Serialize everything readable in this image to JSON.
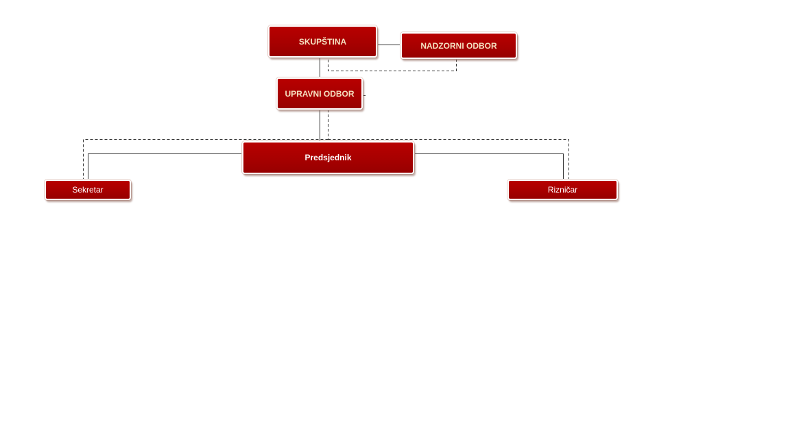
{
  "diagram": {
    "nodes": {
      "skupstina": "SKUPŠTINA",
      "nadzorni_odbor": "NADZORNI ODBOR",
      "upravni_odbor": "UPRAVNI ODBOR",
      "predsjednik": "Predsjednik",
      "sekretar": "Sekretar",
      "riznicar": "Rizničar"
    },
    "edges": [
      {
        "from": "SKUPŠTINA",
        "to": "NADZORNI ODBOR",
        "style": "solid"
      },
      {
        "from": "SKUPŠTINA",
        "to": "UPRAVNI ODBOR",
        "style": "solid"
      },
      {
        "from": "UPRAVNI ODBOR",
        "to": "Predsjednik",
        "style": "solid"
      },
      {
        "from": "Predsjednik",
        "to": "Sekretar",
        "style": "solid"
      },
      {
        "from": "Predsjednik",
        "to": "Rizničar",
        "style": "solid"
      },
      {
        "from": "NADZORNI ODBOR",
        "to": "Sekretar",
        "style": "dashed"
      },
      {
        "from": "NADZORNI ODBOR",
        "to": "Rizničar",
        "style": "dashed"
      }
    ],
    "colors": {
      "node_fill": "#a80000",
      "upper_text": "#f5e0c0",
      "lower_text": "#ffffff",
      "line": "#333333"
    }
  }
}
